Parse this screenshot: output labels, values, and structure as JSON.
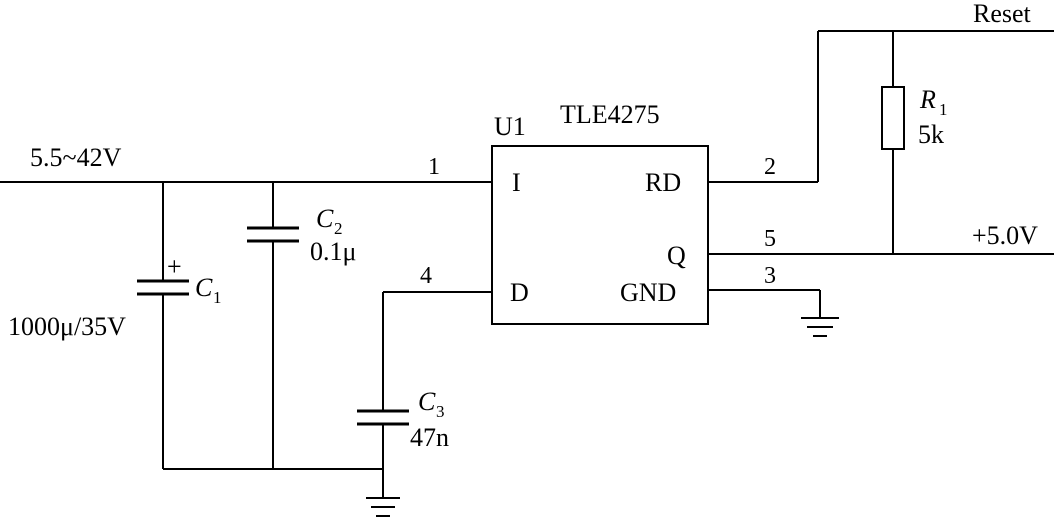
{
  "input": {
    "voltage_label": "5.5~42V"
  },
  "ic": {
    "ref": "U1",
    "part": "TLE4275",
    "pins": {
      "I": "I",
      "D": "D",
      "RD": "RD",
      "Q": "Q",
      "GND": "GND"
    },
    "pin_numbers": {
      "I": "1",
      "RD": "2",
      "GND": "3",
      "D": "4",
      "Q": "5"
    }
  },
  "c1": {
    "name": "C",
    "index": "1",
    "value": "1000μ/35V",
    "polarity": "+"
  },
  "c2": {
    "name": "C",
    "index": "2",
    "value": "0.1μ"
  },
  "c3": {
    "name": "C",
    "index": "3",
    "value": "47n"
  },
  "r1": {
    "name": "R",
    "index": "1",
    "value": "5k"
  },
  "output": {
    "voltage_label": "+5.0V",
    "reset_label": "Reset"
  }
}
